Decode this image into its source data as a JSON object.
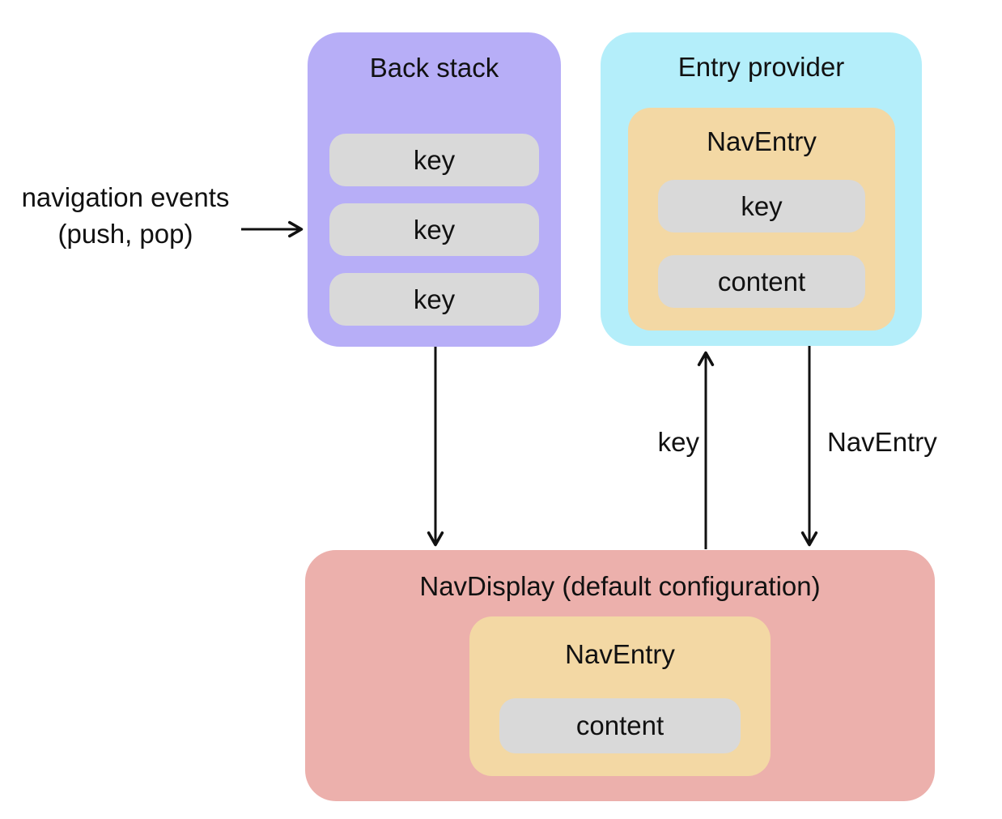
{
  "colors": {
    "back_stack_bg": "#b7aef7",
    "entry_provider_bg": "#b4eefa",
    "nav_entry_bg": "#f3d8a4",
    "nav_display_bg": "#ecb0ac",
    "pill_bg": "#d9d9d9",
    "arrow_and_text": "#111111",
    "background": "#ffffff"
  },
  "back_stack": {
    "title": "Back stack",
    "keys": [
      "key",
      "key",
      "key"
    ]
  },
  "entry_provider": {
    "title": "Entry provider",
    "nav_entry": {
      "title": "NavEntry",
      "key": "key",
      "content": "content"
    }
  },
  "nav_display": {
    "title": "NavDisplay (default configuration)",
    "nav_entry": {
      "title": "NavEntry",
      "content": "content"
    }
  },
  "annotations": {
    "navigation_events_line1": "navigation events",
    "navigation_events_line2": "(push, pop)",
    "key_arrow_label": "key",
    "nav_entry_arrow_label": "NavEntry"
  }
}
